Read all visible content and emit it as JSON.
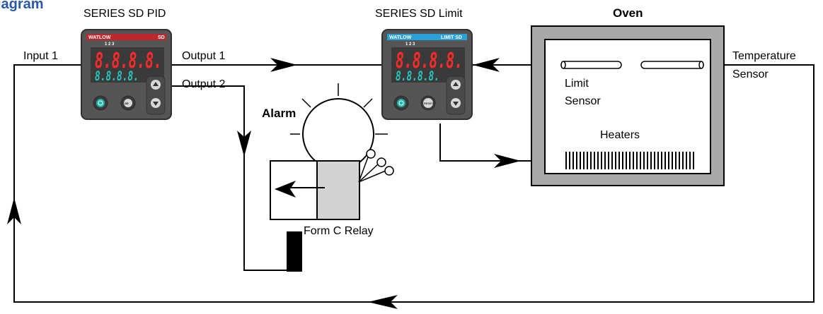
{
  "title": "iagram",
  "colors": {
    "title": "#2a5aa6",
    "oven_frame": "#a9a9a9",
    "controller_body": "#555555",
    "display_red": "#ff2a2a",
    "display_teal": "#22c8c0",
    "pid_band": "#c0272d",
    "limit_band": "#2aa0d8",
    "relay_coil": "#d3d3d3"
  },
  "pid": {
    "label": "SERIES SD PID",
    "brand": "WATLOW",
    "model": "SD",
    "indicators": "1 2 3",
    "display_top": "8.8.8.8.",
    "display_bottom": "8.8.8.8.",
    "keys": [
      "cycle-icon",
      "infinity-icon",
      "up-arrow-icon",
      "down-arrow-icon"
    ]
  },
  "limit": {
    "label": "SERIES SD Limit",
    "brand": "WATLOW",
    "model": "LIMIT SD",
    "indicators": "1 2 3",
    "display_top": "8.8.8.8.",
    "display_bottom": "8.8.8.8.",
    "reset_key": "RESET",
    "keys": [
      "cycle-icon",
      "reset-icon",
      "up-arrow-icon",
      "down-arrow-icon"
    ]
  },
  "labels": {
    "input1": "Input 1",
    "output1": "Output 1",
    "output2": "Output 2",
    "alarm": "Alarm",
    "form_c_relay": "Form C Relay",
    "oven": "Oven",
    "limit_sensor_1": "Limit",
    "limit_sensor_2": "Sensor",
    "heaters": "Heaters",
    "temp_sensor_1": "Temperature",
    "temp_sensor_2": "Sensor"
  }
}
